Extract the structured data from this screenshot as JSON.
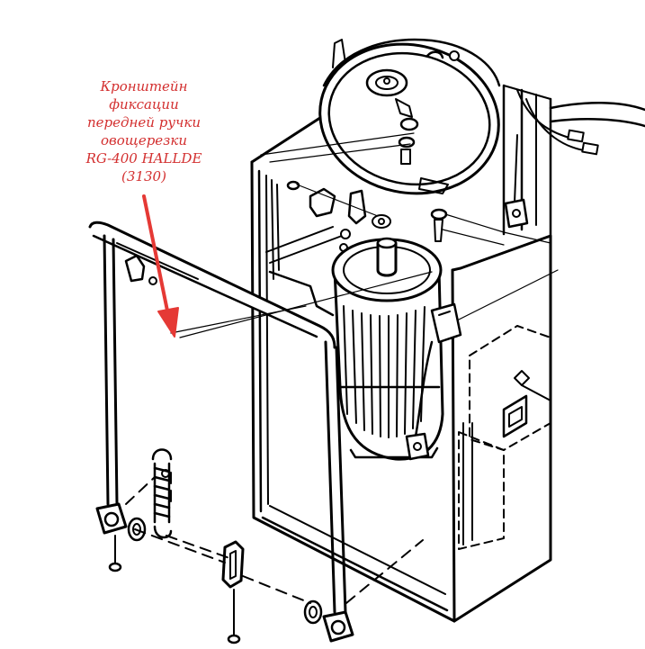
{
  "caption": {
    "lines": [
      "Кронштейн",
      "фиксации",
      "передней ручки",
      "овощерезки",
      "RG-400 HALLDE",
      "(3130)"
    ]
  },
  "colors": {
    "caption": "#d32f2f",
    "arrow": "#e53935",
    "line": "#000000",
    "background": "#ffffff"
  },
  "icons": [
    "arrow-pointer",
    "exploded-diagram"
  ]
}
